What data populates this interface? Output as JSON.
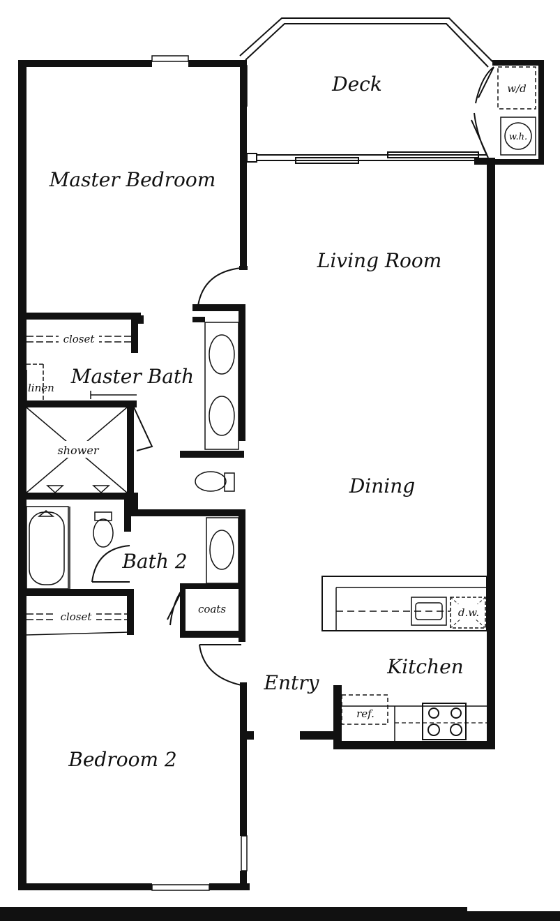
{
  "plan": {
    "rooms": {
      "deck": "Deck",
      "master_bedroom": "Master Bedroom",
      "living_room": "Living Room",
      "master_bath": "Master Bath",
      "dining": "Dining",
      "bath2": "Bath 2",
      "kitchen": "Kitchen",
      "entry": "Entry",
      "bedroom2": "Bedroom 2"
    },
    "fixtures": {
      "closet_master": "closet",
      "closet_bedroom2": "closet",
      "linen": "linen",
      "shower": "shower",
      "coats": "coats",
      "washer_dryer": "w/d",
      "water_heater": "w.h.",
      "dishwasher": "d.w.",
      "refrigerator": "ref."
    },
    "colors": {
      "ink": "#111111",
      "paper": "#ffffff"
    }
  }
}
